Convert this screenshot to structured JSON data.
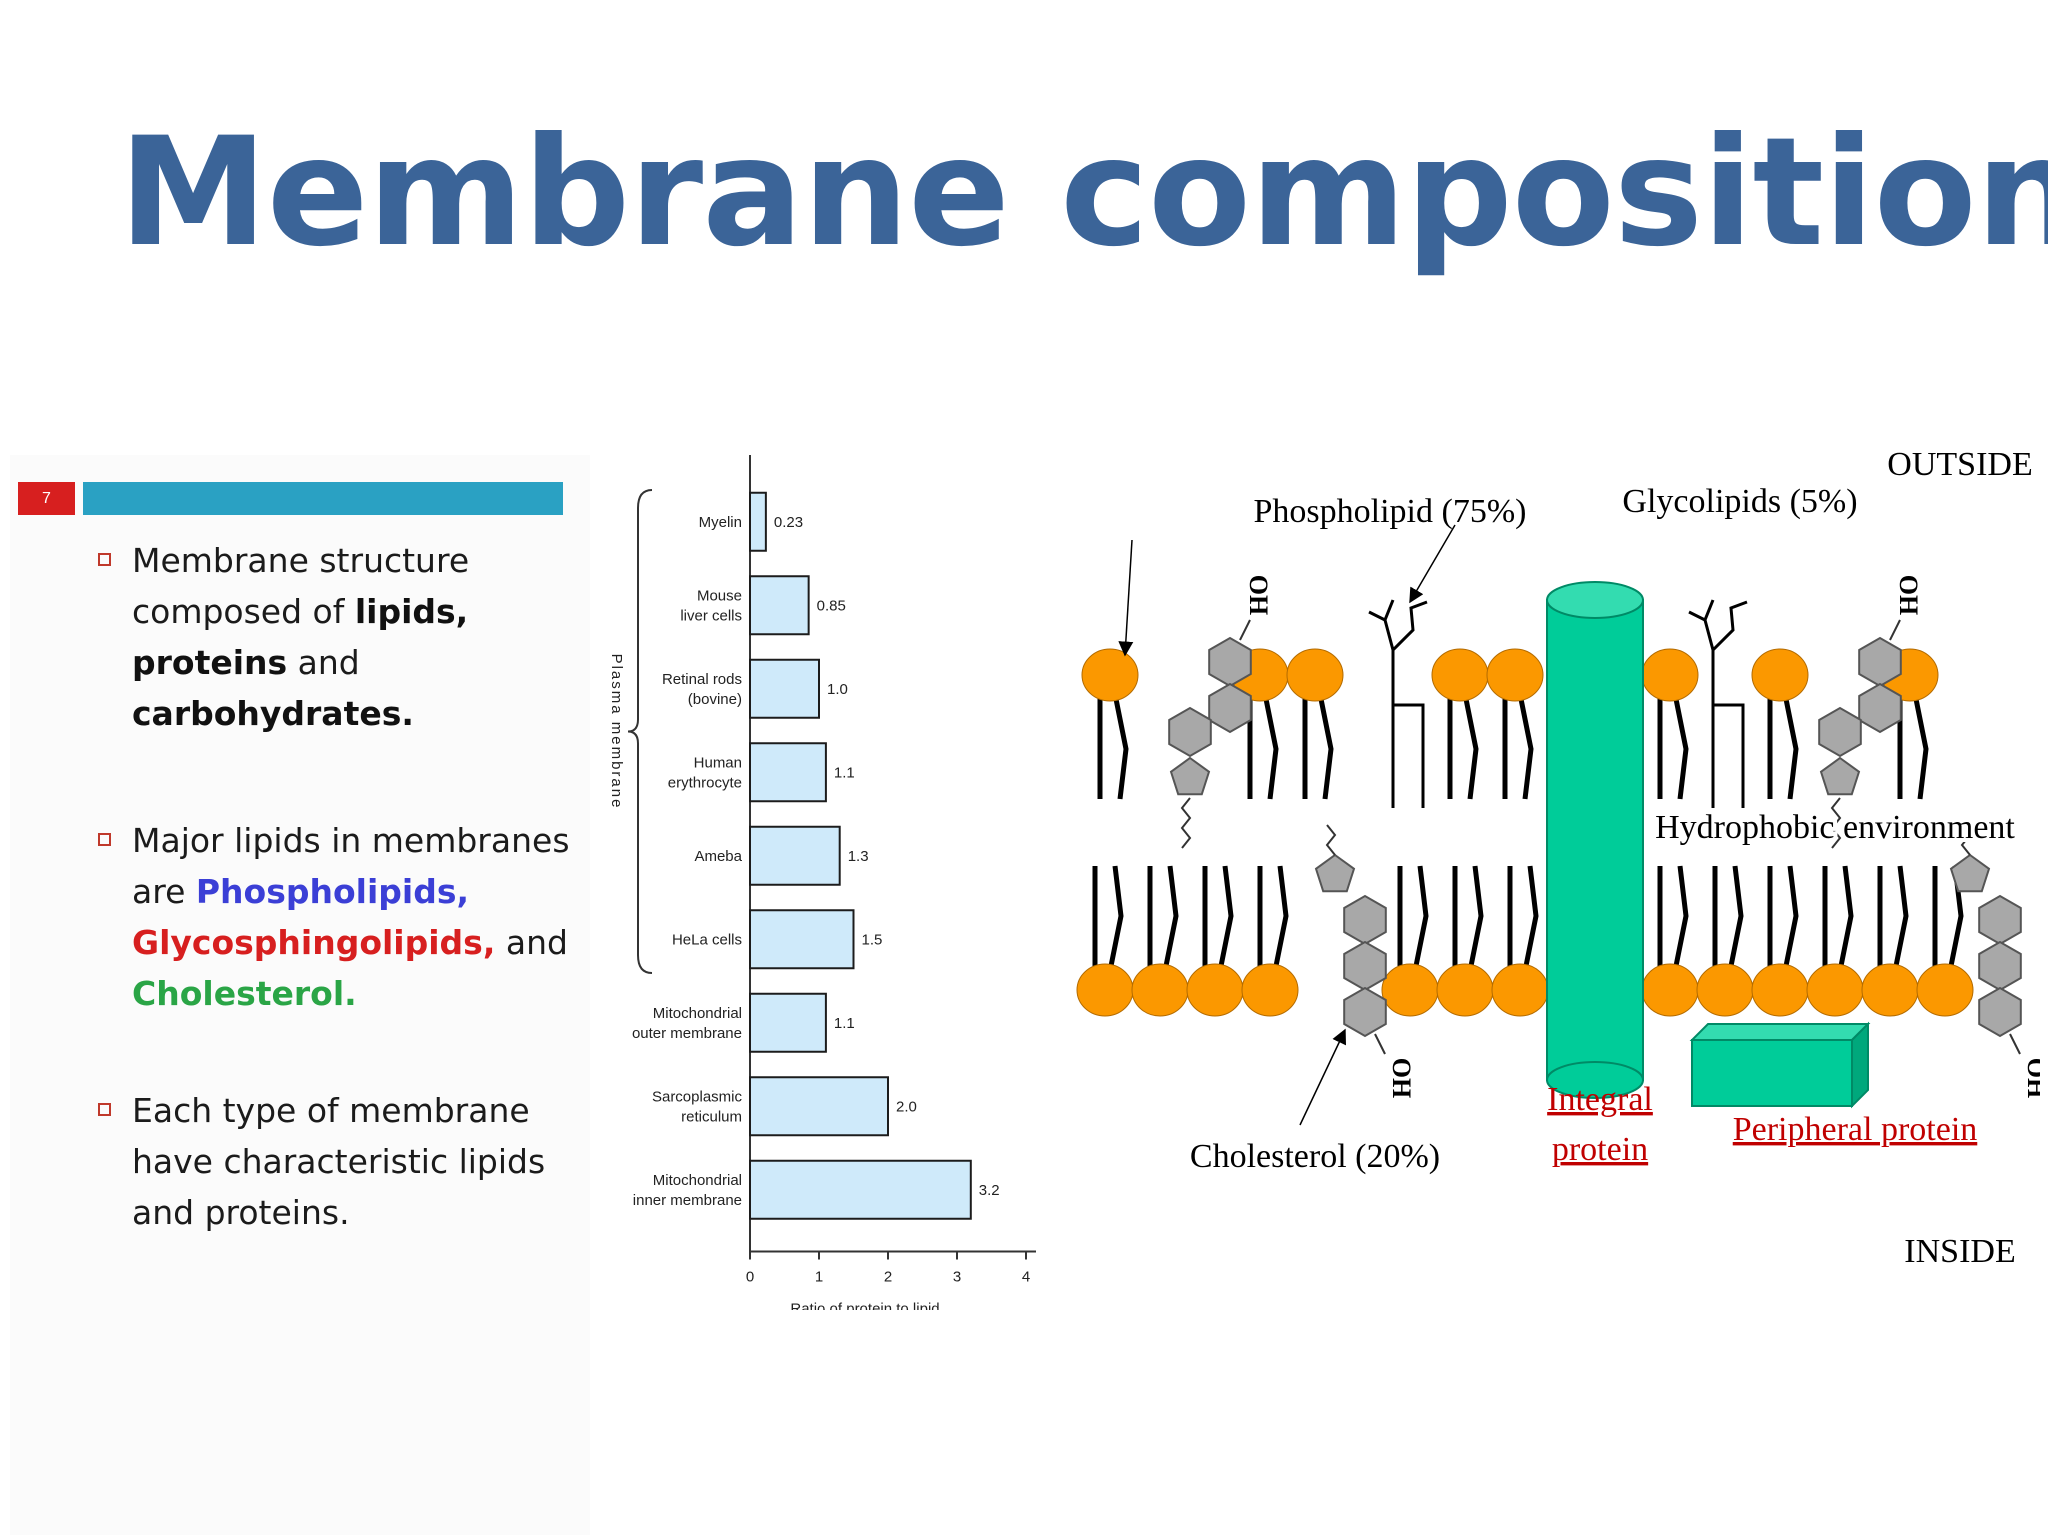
{
  "title": "Membrane composition",
  "slide": {
    "number": "7"
  },
  "bullets": {
    "b1": {
      "part1": "Membrane structure composed of ",
      "lipids": "lipids,",
      "proteins": "proteins",
      "and": " and ",
      "carbs": "carbohydrates."
    },
    "b2": {
      "part1": "Major lipids in membranes are ",
      "phospholipids": "Phospholipids,",
      "glyco": "Glycosphingolipids,",
      "and": " and ",
      "cholesterol": "Cholesterol."
    },
    "b3": {
      "text": "Each type of membrane have characteristic lipids and proteins."
    }
  },
  "chart_data": {
    "type": "bar",
    "orientation": "horizontal",
    "categories": [
      [
        "Myelin"
      ],
      [
        "Mouse",
        "liver cells"
      ],
      [
        "Retinal rods",
        "(bovine)"
      ],
      [
        "Human",
        "erythrocyte"
      ],
      [
        "Ameba"
      ],
      [
        "HeLa cells"
      ],
      [
        "Mitochondrial",
        "outer membrane"
      ],
      [
        "Sarcoplasmic",
        "reticulum"
      ],
      [
        "Mitochondrial",
        "inner membrane"
      ]
    ],
    "values": [
      0.23,
      0.85,
      1.0,
      1.1,
      1.3,
      1.5,
      1.1,
      2.0,
      3.2
    ],
    "value_labels": [
      "0.23",
      "0.85",
      "1.0",
      "1.1",
      "1.3",
      "1.5",
      "1.1",
      "2.0",
      "3.2"
    ],
    "xlabel": "Ratio of protein to lipid",
    "group_label": "Plasma membrane",
    "xticks": [
      "0",
      "1",
      "2",
      "3",
      "4"
    ],
    "xlim": [
      0,
      4
    ],
    "bar_color": "#cfeafa"
  },
  "diagram": {
    "phospholipid": "Phospholipid (75%)",
    "glycolipids": "Glycolipids (5%)",
    "outside": "OUTSIDE",
    "inside": "INSIDE",
    "hydrophobic": "Hydrophobic environment",
    "cholesterol": "Cholesterol (20%)",
    "integral_1": "Integral",
    "integral_2": "protein",
    "peripheral": "Peripheral protein",
    "oh": "OH",
    "colors": {
      "head": "#fb9800",
      "protein": "#00cc99",
      "ring": "#a8a8a8",
      "red_label": "#c00000"
    }
  }
}
